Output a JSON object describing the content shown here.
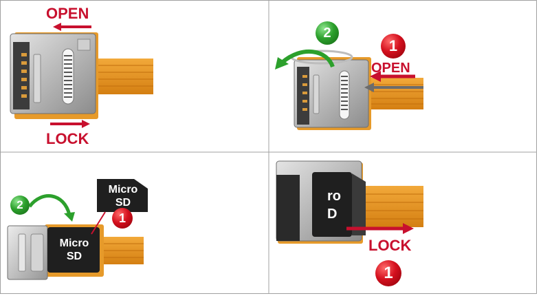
{
  "panels": {
    "p1": {
      "open_label": "OPEN",
      "lock_label": "LOCK"
    },
    "p2": {
      "step1": "1",
      "step2": "2",
      "open_label": "OPEN"
    },
    "p3": {
      "card_top_line1": "Micro",
      "card_top_line2": "SD",
      "card_in_line1": "Micro",
      "card_in_line2": "SD",
      "step1": "1",
      "step2": "2"
    },
    "p4": {
      "card_line1": "ro",
      "card_line2": "D",
      "lock_label": "LOCK",
      "step1": "1"
    }
  },
  "colors": {
    "accent_red": "#c8102e",
    "accent_green": "#2ca02c",
    "flex_orange": "#e6921e",
    "metal": "#b9b9b9",
    "card_black": "#1f1f1f",
    "grid_line": "#a0a0a0"
  }
}
